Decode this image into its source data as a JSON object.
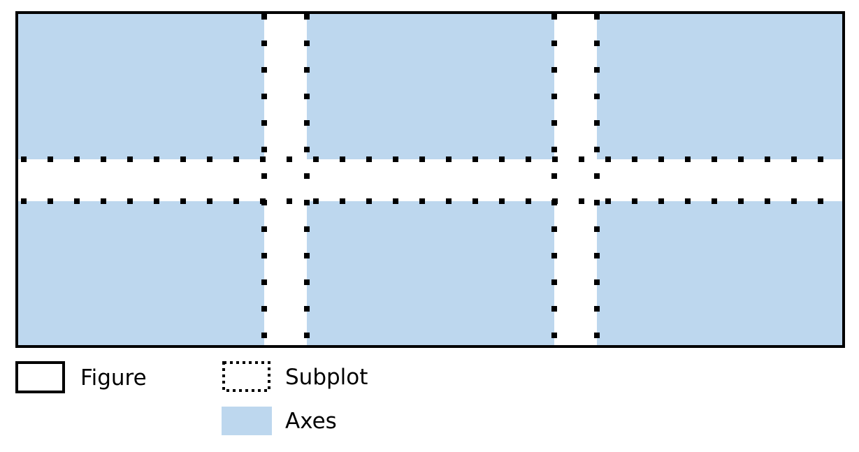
{
  "colors": {
    "background": "#ffffff",
    "axes_fill": "#bdd7ee",
    "outline": "#000000"
  },
  "grid": {
    "rows": 2,
    "cols": 3
  },
  "legend": {
    "items": [
      {
        "key": "figure",
        "label": "Figure",
        "swatch": "solid-rect"
      },
      {
        "key": "subplot",
        "label": "Subplot",
        "swatch": "dotted-rect"
      },
      {
        "key": "axes",
        "label": "Axes",
        "swatch": "filled-rect"
      }
    ]
  }
}
